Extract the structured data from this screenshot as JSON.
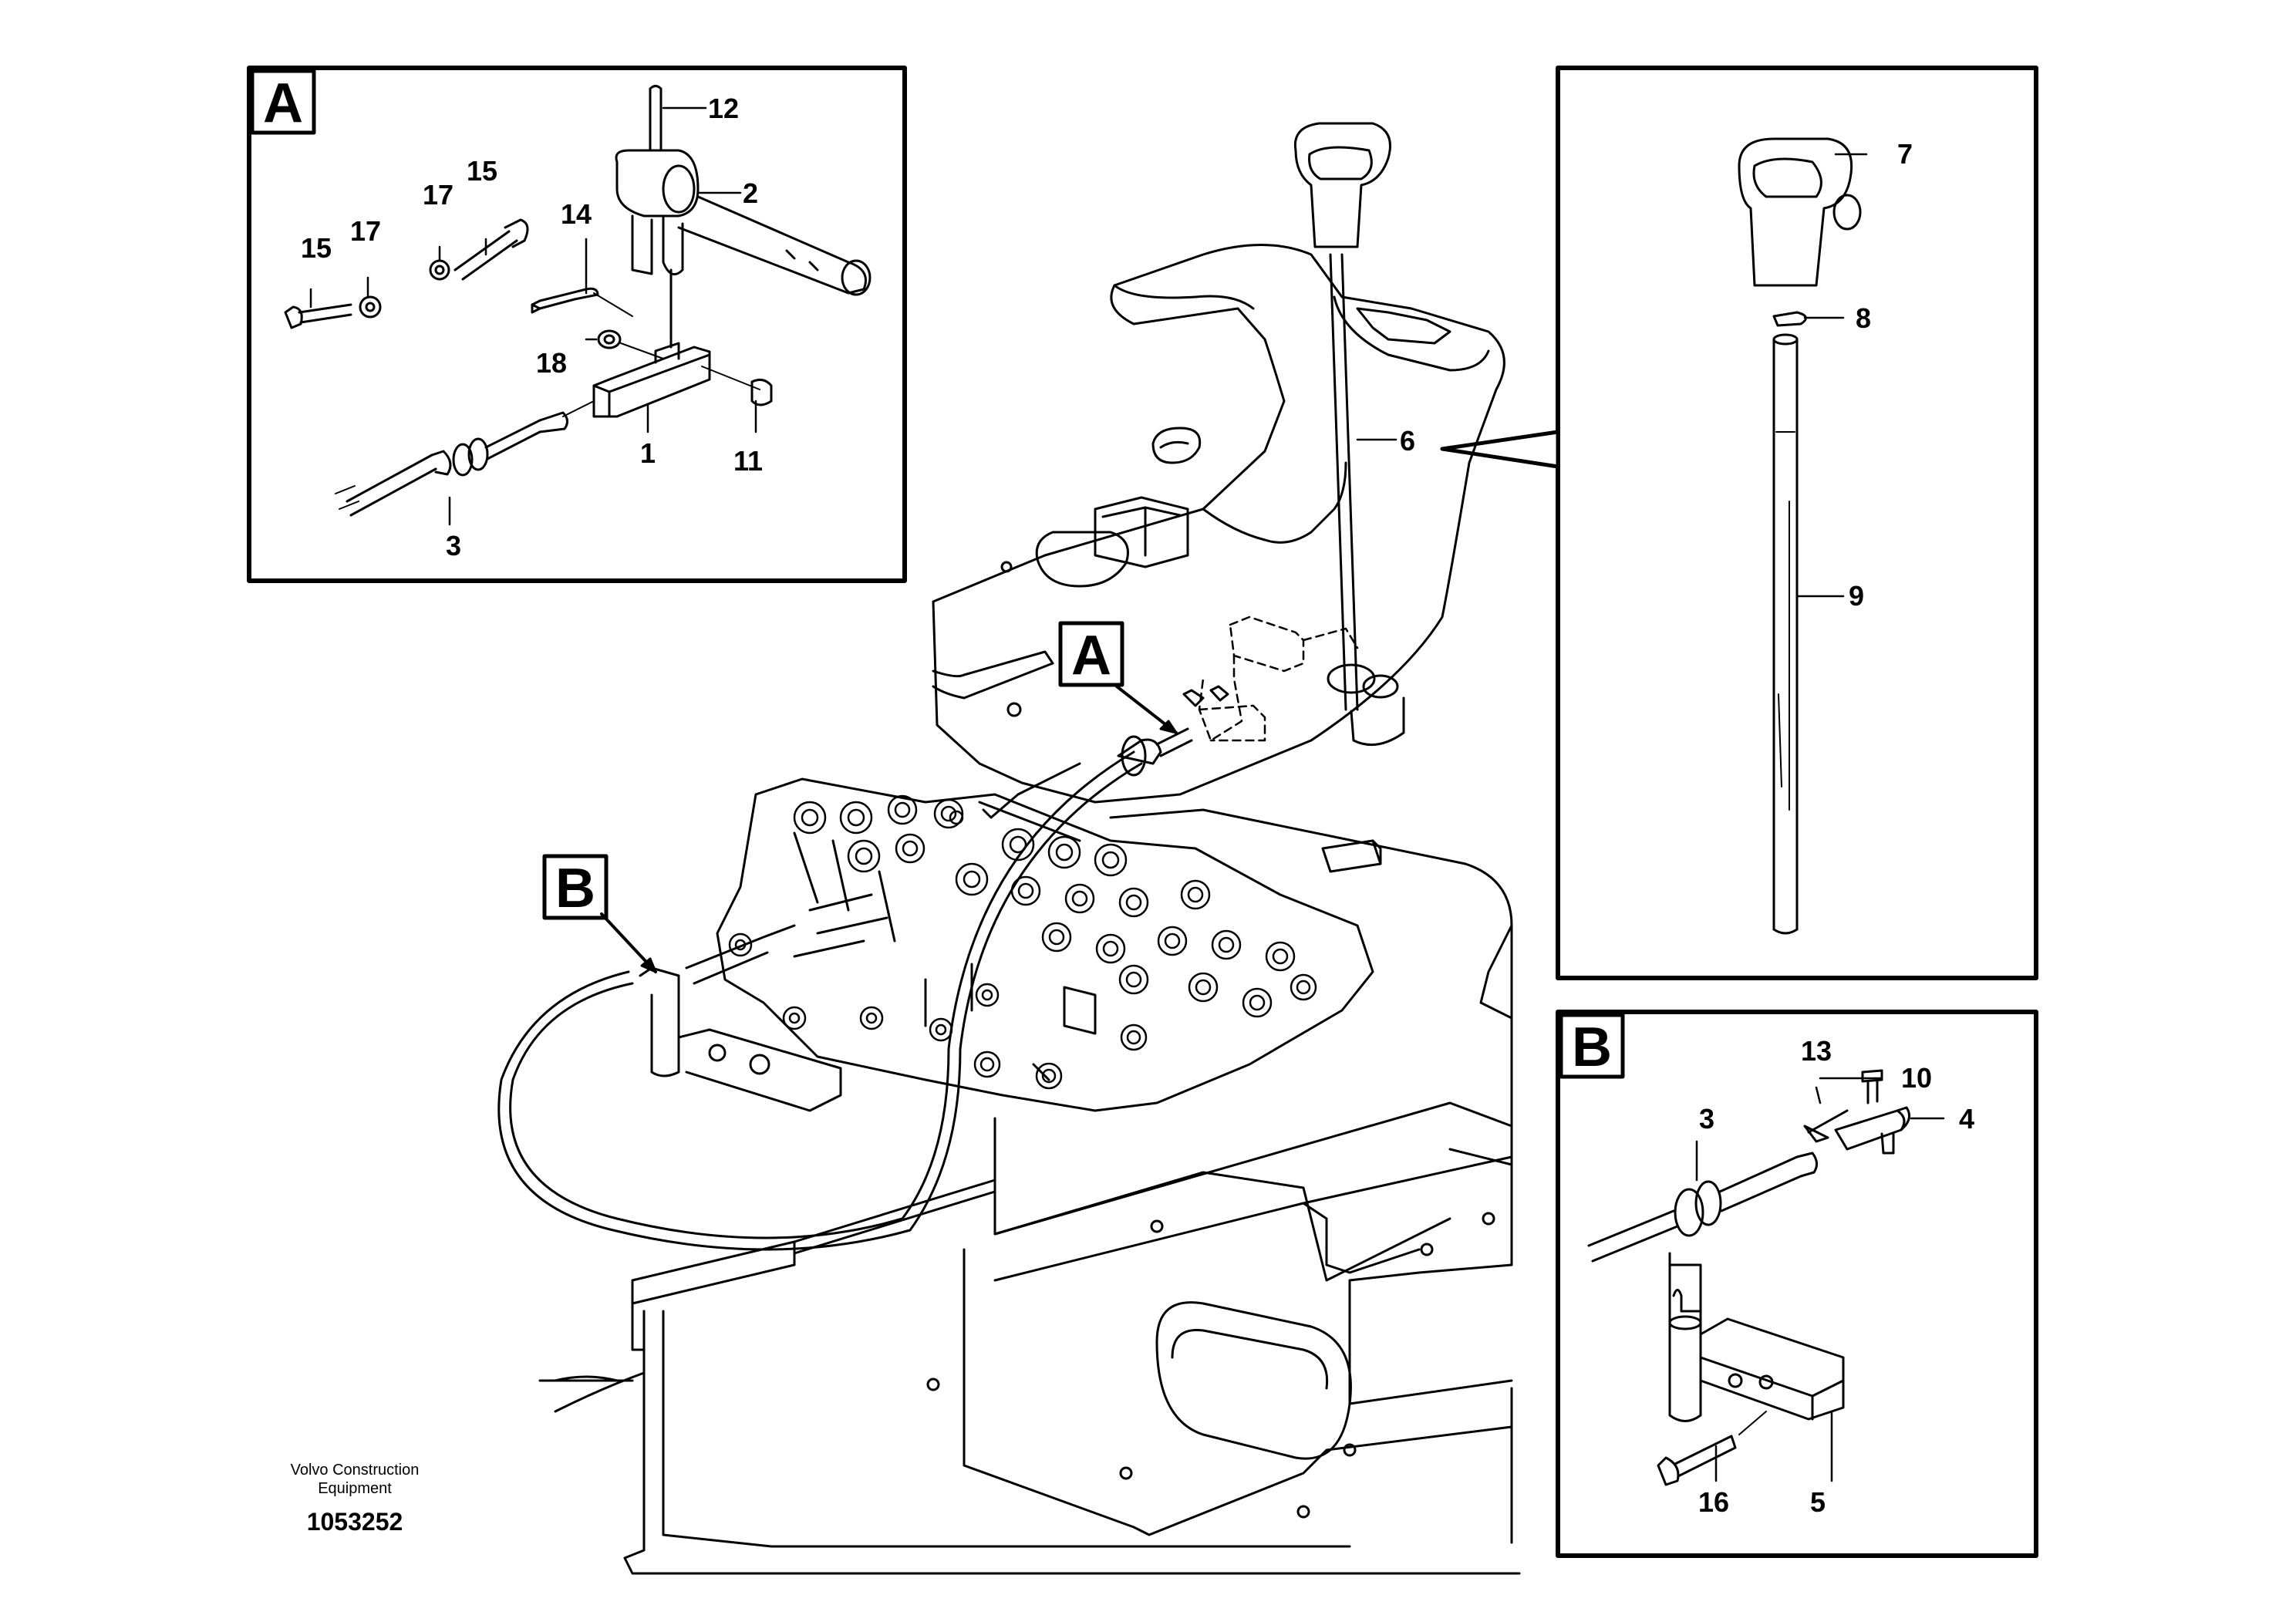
{
  "callouts": {
    "a": "A",
    "b": "B"
  },
  "panel_a_labels": {
    "p12": "12",
    "p2": "2",
    "p17a": "17",
    "p15a": "15",
    "p15b": "15",
    "p17b": "17",
    "p14": "14",
    "p18": "18",
    "p1": "1",
    "p11": "11",
    "p3": "3"
  },
  "main_labels": {
    "p6": "6"
  },
  "lever_labels": {
    "p7": "7",
    "p8": "8",
    "p9": "9"
  },
  "panel_b_labels": {
    "p13": "13",
    "p10": "10",
    "p3": "3",
    "p4": "4",
    "p16": "16",
    "p5": "5"
  },
  "footer": {
    "company": "Volvo Construction\nEquipment",
    "number": "1053252"
  }
}
